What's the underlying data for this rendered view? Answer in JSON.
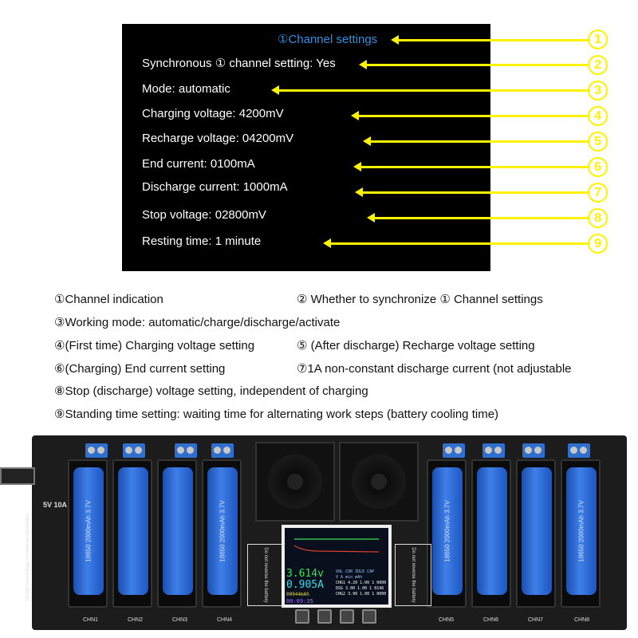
{
  "panel": {
    "lines": [
      "①Channel settings",
      "Synchronous ① channel setting: Yes",
      "Mode: automatic",
      "Charging voltage: 4200mV",
      "Recharge voltage: 04200mV",
      "End current: 0100mA",
      "Discharge current: 1000mA",
      "Stop voltage: 02800mV",
      "Resting time: 1 minute"
    ],
    "markers": [
      "1",
      "2",
      "3",
      "4",
      "5",
      "6",
      "7",
      "8",
      "9"
    ],
    "colors": {
      "title": "#2f8fe6",
      "arrow": "#fff200"
    }
  },
  "legend": [
    "①Channel indication",
    "② Whether to synchronize ① Channel settings",
    "③Working mode: automatic/charge/discharge/activate",
    "④(First time) Charging voltage setting",
    "⑤ (After discharge) Recharge voltage setting",
    "⑥(Charging) End current setting",
    "⑦1A non-constant discharge current (not adjustable",
    "⑧Stop (discharge) voltage setting, independent of charging",
    "⑨Standing time setting: waiting time for alternating work steps (battery cooling time)"
  ],
  "board": {
    "battery_label": "18650 2000mAh 3.7V",
    "channels": [
      "CHN1",
      "CHN2",
      "CHN3",
      "CHN4",
      "CHN5",
      "CHN6",
      "CHN7",
      "CHN8"
    ],
    "power": "5V 10A",
    "power_warning": "Do not overvoltage or reverse connection",
    "battery_warning": "Do not reverse the battery",
    "lcd": {
      "voltage": "3.614v",
      "current": "0.905A",
      "capacity": "00044mAh",
      "time": "00:09:35",
      "headers": [
        "VOL",
        "CUR",
        "IDLE",
        "CAP"
      ],
      "units": [
        "V",
        "A",
        "min",
        "mAh"
      ],
      "rows": [
        [
          "CHG1",
          "4.20",
          "1.00",
          "1",
          "0000"
        ],
        [
          "DSG",
          "3.00",
          "1.00",
          "1",
          "0146"
        ],
        [
          "CHG2",
          "3.90",
          "1.00",
          "1",
          "0000"
        ]
      ]
    }
  }
}
